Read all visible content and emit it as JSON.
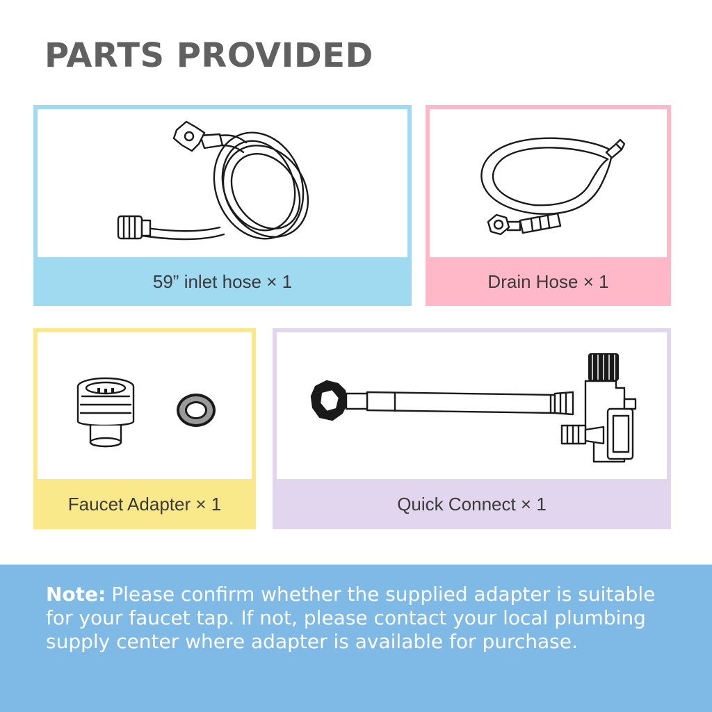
{
  "title": "PARTS PROVIDED",
  "parts": [
    {
      "label": "59” inlet hose × 1",
      "color": "#9fdaf1"
    },
    {
      "label": "Drain Hose × 1",
      "color": "#ffb8c8"
    },
    {
      "label": "Faucet Adapter × 1",
      "color": "#f9e98a"
    },
    {
      "label": "Quick Connect × 1",
      "color": "#e2d6ef"
    }
  ],
  "note": {
    "label": "Note:",
    "text": "Please confirm whether the supplied adapter is suitable for your faucet tap.  If not, please contact your local plumbing supply center where adapter is available for purchase.",
    "background": "#7fb9e6"
  },
  "icons": [
    "inlet-hose-icon",
    "drain-hose-icon",
    "faucet-adapter-icon",
    "washer-ring-icon",
    "quick-connect-icon"
  ]
}
